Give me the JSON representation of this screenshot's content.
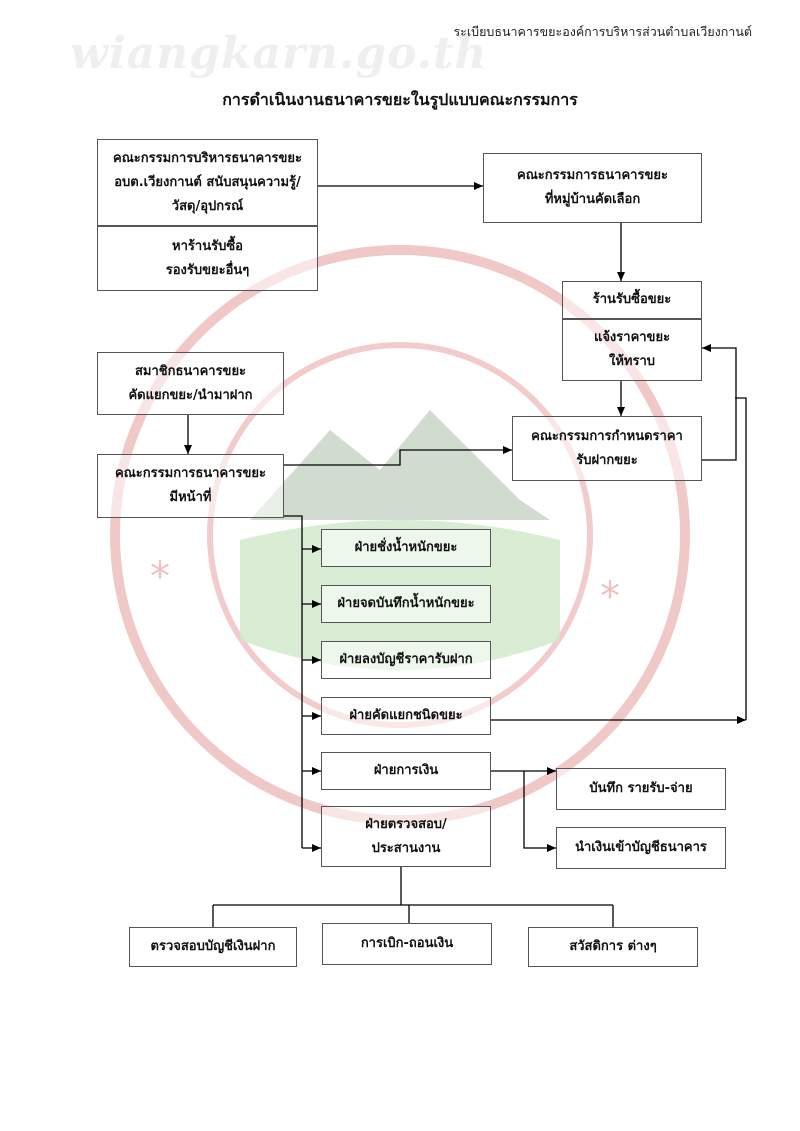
{
  "header": {
    "right_text": "ระเบียบธนาคารขยะองค์การบริหารส่วนตำบลเวียงกานต์",
    "watermark": "wiangkarn.go.th"
  },
  "title": "การดำเนินงานธนาคารขยะในรูปแบบคณะกรรมการ",
  "boxes": {
    "admin_committee": [
      "คณะกรรมการบริหารธนาคารขยะ",
      "อบต.เวียงกานต์ สนับสนุนความรู้/",
      "วัสดุ/อุปกรณ์"
    ],
    "find_buyer": [
      "หาร้านรับซื้อ",
      "รองรับขยะอื่นๆ"
    ],
    "village_committee": [
      "คณะกรรมการธนาคารขยะ",
      "ที่หมู่บ้านคัดเลือก"
    ],
    "shop": [
      "ร้านรับซื้อขยะ"
    ],
    "notify_price": [
      "แจ้งราคาขยะ",
      "ให้ทราบ"
    ],
    "members": [
      "สมาชิกธนาคารขยะ",
      "คัดแยกขยะ/นำมาฝาก"
    ],
    "price_committee": [
      "คณะกรรมการกำหนดราคา",
      "รับฝากขยะ"
    ],
    "bank_committee": [
      "คณะกรรมการธนาคารขยะ",
      "มีหน้าที่"
    ],
    "weigh": [
      "ฝ่ายชั่งน้ำหนักขยะ"
    ],
    "record_weight": [
      "ฝ่ายจดบันทึกน้ำหนักขยะ"
    ],
    "ledger": [
      "ฝ่ายลงบัญชีราคารับฝาก"
    ],
    "sorting": [
      "ฝ่ายคัดแยกชนิดขยะ"
    ],
    "finance": [
      "ฝ่ายการเงิน"
    ],
    "audit": [
      "ฝ่ายตรวจสอบ/",
      "ประสานงาน"
    ],
    "record_income": [
      "บันทึก รายรับ-จ่าย"
    ],
    "deposit_bank": [
      "นำเงินเข้าบัญชีธนาคาร"
    ],
    "check_deposit": [
      "ตรวจสอบบัญชีเงินฝาก"
    ],
    "withdraw": [
      "การเบิก-ถอนเงิน"
    ],
    "welfare": [
      "สวัสดิการ ต่างๆ"
    ]
  },
  "colors": {
    "seal_ring": "#e9a9a9",
    "seal_text": "#e0a0a0",
    "mountain": "#9fb39a",
    "grass": "#a6d3a0",
    "line": "#000000"
  }
}
